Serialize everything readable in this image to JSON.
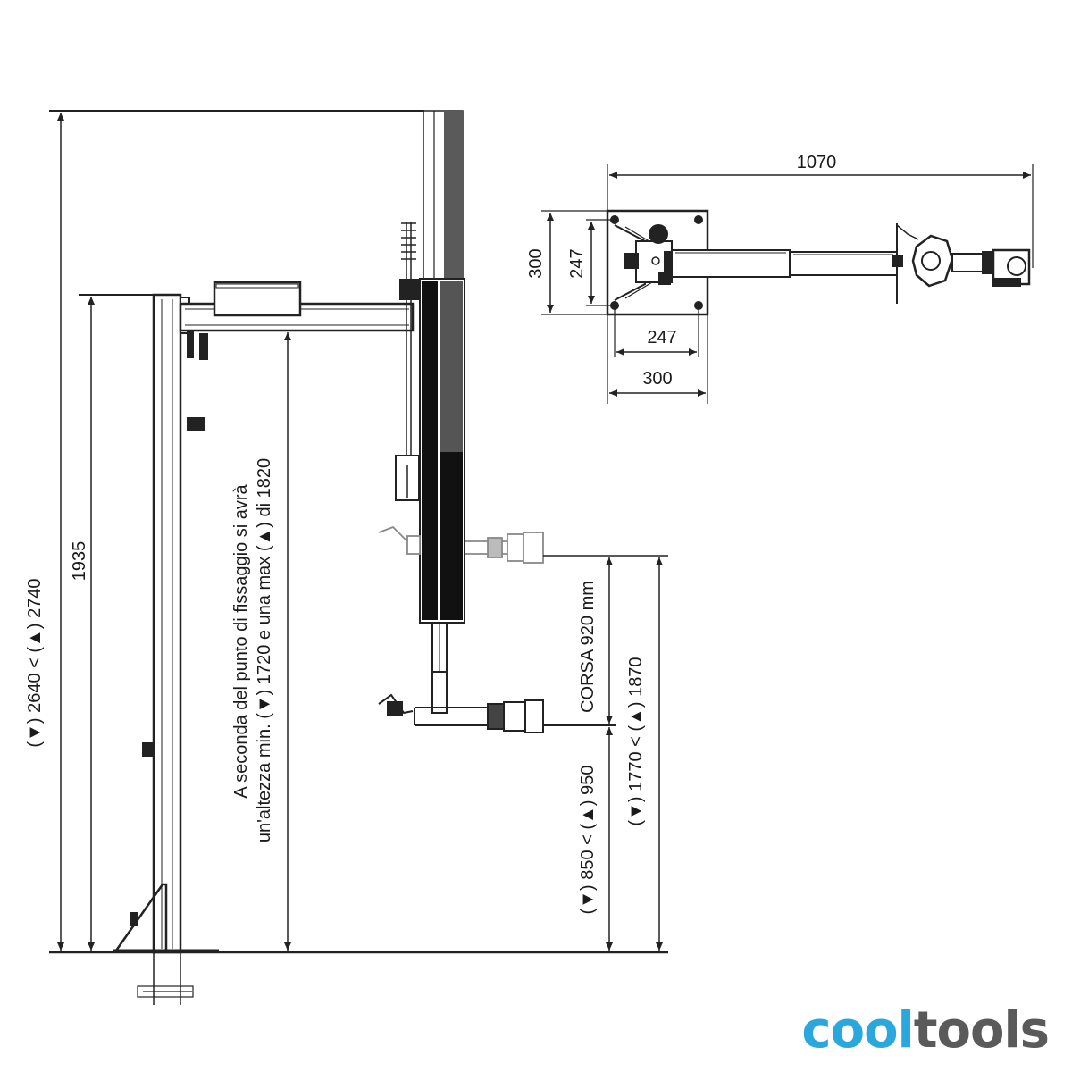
{
  "diagram": {
    "side_view": {
      "total_height_label": "(▼) 2640 < (▲) 2740",
      "column_height_label": "1935",
      "mount_note_line1": "A seconda del punto di fissaggio si avrà",
      "mount_note_line2": "un'altezza min. (▼) 1720 e una max (▲) di 1820",
      "stroke_label": "CORSA 920 mm",
      "lower_height_label": "(▼) 850 < (▲) 950",
      "upper_height_label": "(▼) 1770 < (▲) 1870"
    },
    "top_view": {
      "reach_label": "1070",
      "plate_height_outer": "300",
      "plate_height_inner": "247",
      "plate_width_inner": "247",
      "plate_width_outer": "300"
    }
  },
  "brand": {
    "logo_part1": "cool",
    "logo_part2": "tools",
    "colors": {
      "cool": "#2aa7dd",
      "tools": "#5a5a5a"
    }
  }
}
